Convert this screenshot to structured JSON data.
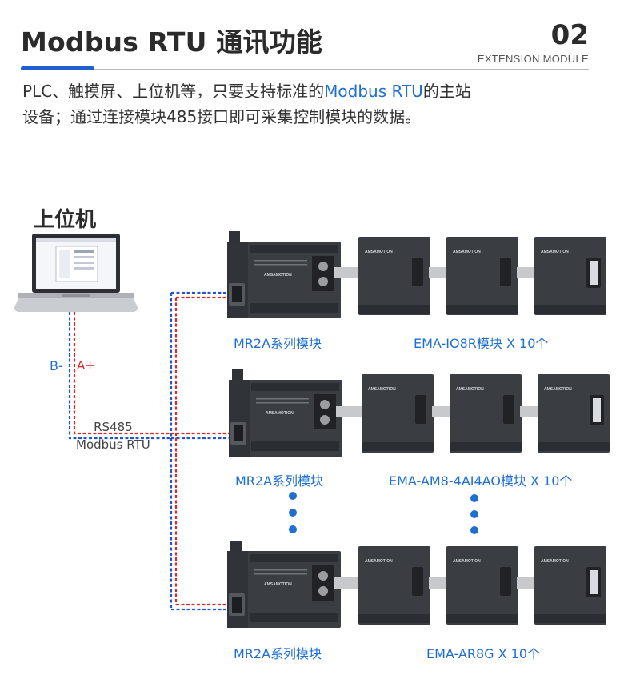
{
  "header": {
    "title": "Modbus RTU 通讯功能",
    "number": "02",
    "subtitle": "EXTENSION MODULE"
  },
  "intro": {
    "line1_pre": "PLC、触摸屏、上位机等，只要支持标准的",
    "line1_highlight": "Modbus RTU",
    "line1_post": "的主站",
    "line2": "设备；通过连接模块485接口即可采集控制模块的数据。"
  },
  "host": {
    "label": "上位机"
  },
  "wiring": {
    "b_label": "B-",
    "a_label": "A+",
    "bus_line1": "RS485",
    "bus_line2": "Modbus RTU",
    "colors": {
      "b_wire": "#2357c9",
      "a_wire": "#d42a2a"
    }
  },
  "device_brand": "AMSAMOTION",
  "rows": [
    {
      "main_label": "MR2A系列模块",
      "ext_label": "EMA-IO8R模块  X  10个"
    },
    {
      "main_label": "MR2A系列模块",
      "ext_label": "EMA-AM8-4AI4AO模块  X  10个"
    },
    {
      "main_label": "MR2A系列模块",
      "ext_label": "EMA-AR8G  X  10个"
    }
  ],
  "colors": {
    "accent": "#1f5fcf",
    "highlight_text": "#1f6fd1",
    "module_body": "#3a3e42"
  }
}
